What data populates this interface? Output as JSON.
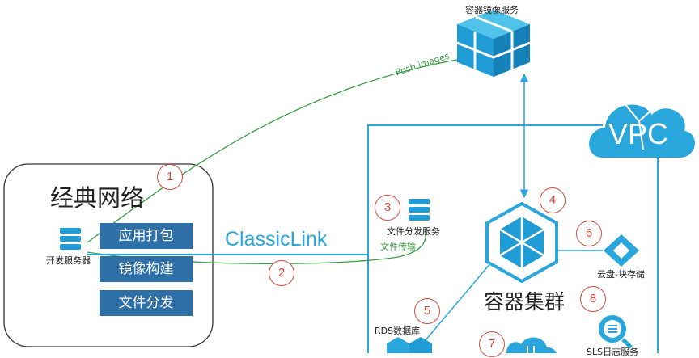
{
  "registry": {
    "label": "容器镜像服务"
  },
  "push": {
    "label": "Push images"
  },
  "classic_network": {
    "title": "经典网络",
    "dev_server_label": "开发服务器",
    "tasks": [
      "应用打包",
      "镜像构建",
      "文件分发"
    ]
  },
  "classiclink": {
    "label": "ClassicLink"
  },
  "file_transfer": {
    "label": "文件传输"
  },
  "file_service": {
    "label": "文件分发服务"
  },
  "vpc": {
    "label": "VPC"
  },
  "cluster": {
    "label": "容器集群"
  },
  "block_storage": {
    "label": "云盘-块存储"
  },
  "rds": {
    "label": "RDS数据库"
  },
  "sls": {
    "label": "SLS日志服务"
  },
  "badges": [
    "1",
    "2",
    "3",
    "4",
    "5",
    "6",
    "7",
    "8"
  ],
  "colors": {
    "cyan": "#29a6db",
    "green": "#3a9e42",
    "badge_red": "#d84c3e",
    "task_blue": "#2f6fa8",
    "server_blue": "#1f9bd6"
  },
  "icons": [
    "server-icon",
    "registry-cube-icon",
    "vpc-cloud-icon",
    "cluster-hexagon-icon",
    "block-storage-icon",
    "rds-icon",
    "sls-search-icon",
    "cloud-icon"
  ]
}
